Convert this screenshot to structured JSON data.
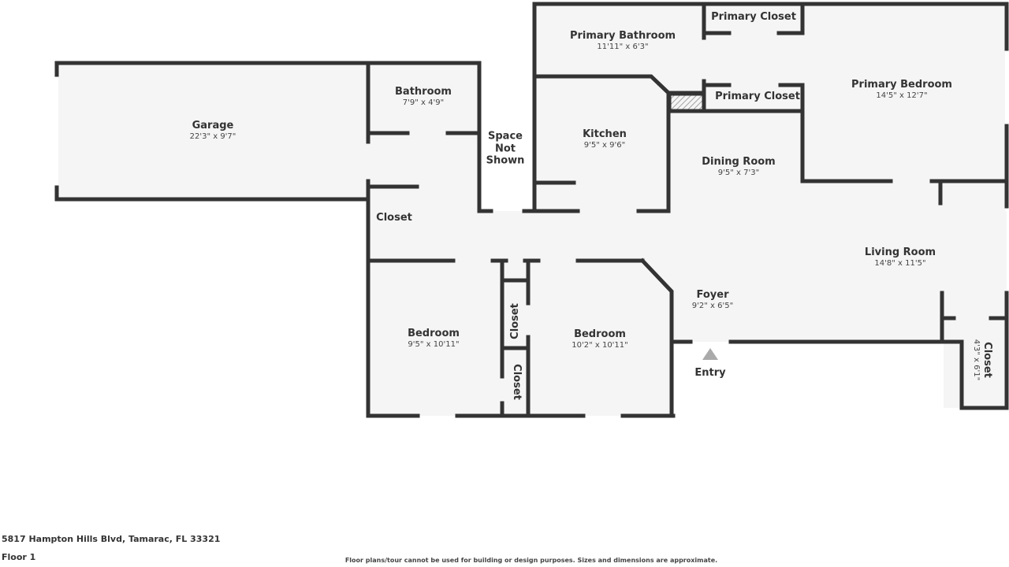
{
  "plan": {
    "rooms": [
      {
        "id": "garage",
        "name": "Garage",
        "dim": "22'3\" x 9'7\""
      },
      {
        "id": "bathroom",
        "name": "Bathroom",
        "dim": "7'9\" x 4'9\""
      },
      {
        "id": "space",
        "name": "Space Not Shown",
        "dim": ""
      },
      {
        "id": "primary-bathroom",
        "name": "Primary Bathroom",
        "dim": "11'11\" x 6'3\""
      },
      {
        "id": "primary-closet-1",
        "name": "Primary Closet",
        "dim": ""
      },
      {
        "id": "primary-closet-2",
        "name": "Primary Closet",
        "dim": ""
      },
      {
        "id": "primary-bedroom",
        "name": "Primary Bedroom",
        "dim": "14'5\" x 12'7\""
      },
      {
        "id": "kitchen",
        "name": "Kitchen",
        "dim": "9'5\" x 9'6\""
      },
      {
        "id": "dining-room",
        "name": "Dining Room",
        "dim": "9'5\" x 7'3\""
      },
      {
        "id": "closet-hall",
        "name": "Closet",
        "dim": ""
      },
      {
        "id": "living-room",
        "name": "Living Room",
        "dim": "14'8\" x 11'5\""
      },
      {
        "id": "foyer",
        "name": "Foyer",
        "dim": "9'2\" x 6'5\""
      },
      {
        "id": "bedroom-1",
        "name": "Bedroom",
        "dim": "9'5\" x 10'11\""
      },
      {
        "id": "closet-a",
        "name": "Closet",
        "dim": ""
      },
      {
        "id": "closet-b",
        "name": "Closet",
        "dim": ""
      },
      {
        "id": "bedroom-2",
        "name": "Bedroom",
        "dim": "10'2\" x 10'11\""
      },
      {
        "id": "closet-entry",
        "name": "Closet",
        "dim": "4'3\" x 6'1\""
      }
    ],
    "space_lines": [
      "Space",
      "Not",
      "Shown"
    ],
    "entry_label": "Entry"
  },
  "footer": {
    "address": "5817 Hampton Hills Blvd, Tamarac, FL 33321",
    "floor": "Floor 1",
    "disclaimer": "Floor plans/tour cannot be used for building or design purposes. Sizes and dimensions are approximate."
  },
  "colors": {
    "wall": "#333333",
    "floor": "#f5f5f5",
    "entry_marker": "#aaaaaa"
  }
}
